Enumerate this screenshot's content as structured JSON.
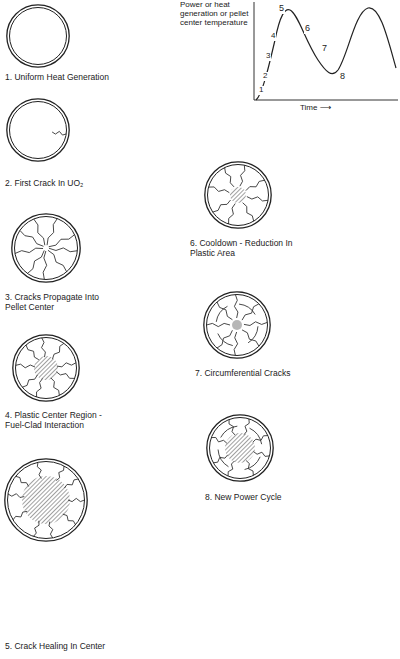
{
  "diagram": {
    "nodes": [
      {
        "text": [
          "1. Uniform Heat Generation"
        ]
      },
      {
        "text": [
          "2. First Crack In UO₂"
        ]
      },
      {
        "text": [
          "3. Cracks Propagate Into Pellet Center"
        ]
      },
      {
        "text": [
          "4. Plastic Center Region - Fuel-Clad Interaction"
        ]
      },
      {
        "text": [
          "5. Crack Healing In Center"
        ]
      },
      {
        "text": [
          "6. Cooldown - Reduction In Plastic Area"
        ]
      },
      {
        "text": [
          "7. Circumferential Cracks"
        ]
      },
      {
        "text": [
          "8. New Power Cycle"
        ]
      }
    ],
    "edges": [],
    "labels": [
      "Power or heat generation or pellet center temperature",
      "1",
      "2",
      "3",
      "4",
      "5",
      "6",
      "7",
      "8",
      "Time ⟶"
    ]
  }
}
